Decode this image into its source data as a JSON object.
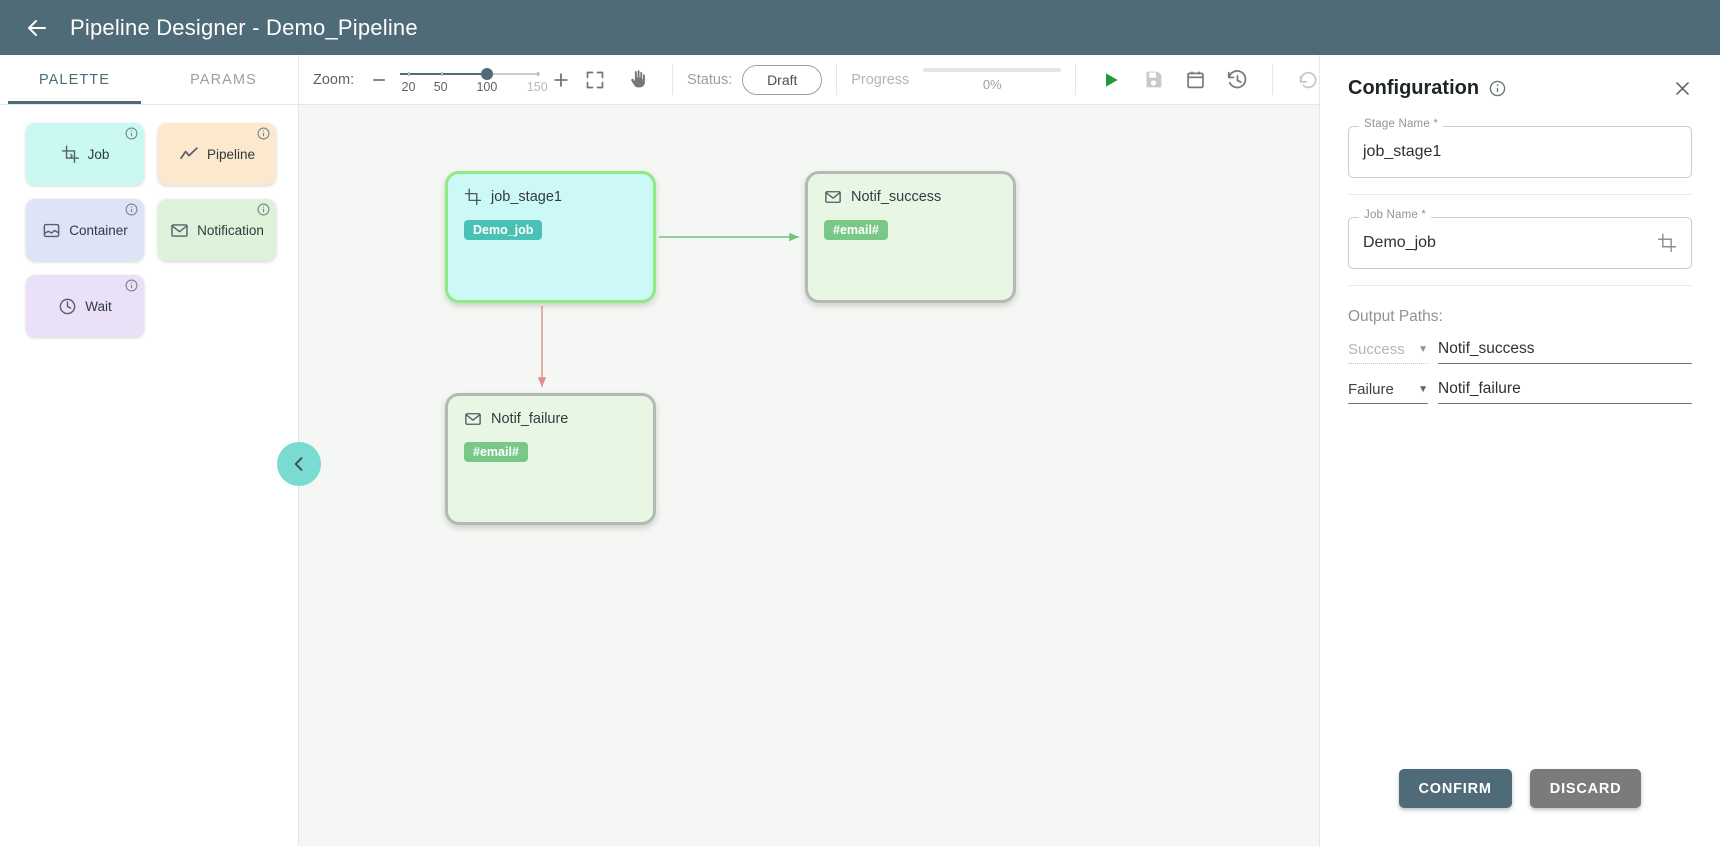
{
  "appbar": {
    "back_icon": "arrow-left-icon",
    "title": "Pipeline Designer - Demo_Pipeline",
    "background": "#4e6b77"
  },
  "tabs": [
    {
      "label": "PALETTE",
      "active": true
    },
    {
      "label": "PARAMS",
      "active": false
    }
  ],
  "toolbar": {
    "zoom_label": "Zoom:",
    "zoom_minus_icon": "minus-icon",
    "zoom_plus_icon": "plus-icon",
    "zoom_value": 100,
    "zoom_ticks": [
      "20",
      "50",
      "100",
      "150"
    ],
    "fit_icon": "fit-screen-icon",
    "pan_icon": "hand-pan-icon",
    "status_label": "Status:",
    "status_value": "Draft",
    "progress_label": "Progress",
    "progress_value": "0%",
    "progress_percent": 0,
    "actions": [
      {
        "name": "run-button",
        "icon": "play-icon",
        "state": "enabled",
        "color": "#1f9a43"
      },
      {
        "name": "save-button",
        "icon": "save-floppy-icon",
        "state": "disabled"
      },
      {
        "name": "schedule-button",
        "icon": "calendar-icon",
        "state": "enabled"
      },
      {
        "name": "history-button",
        "icon": "history-clock-icon",
        "state": "enabled"
      },
      {
        "name": "undo-button",
        "icon": "undo-icon",
        "state": "disabled"
      },
      {
        "name": "redo-button",
        "icon": "redo-icon",
        "state": "disabled"
      },
      {
        "name": "delete-button",
        "icon": "trash-icon",
        "state": "enabled"
      }
    ]
  },
  "palette": {
    "items": [
      {
        "label": "Job",
        "icon": "job-transform-icon",
        "color": "#c9f9f2",
        "info_icon": "info-icon"
      },
      {
        "label": "Pipeline",
        "icon": "trend-line-icon",
        "color": "#fbe8cd",
        "info_icon": "info-icon"
      },
      {
        "label": "Container",
        "icon": "container-box-icon",
        "color": "#dde4f8",
        "info_icon": "info-icon"
      },
      {
        "label": "Notification",
        "icon": "envelope-icon",
        "color": "#dcf2d9",
        "info_icon": "info-icon"
      },
      {
        "label": "Wait",
        "icon": "clock-icon",
        "color": "#eae0f7",
        "info_icon": "info-icon"
      }
    ]
  },
  "canvas": {
    "collapse_icon": "chevron-left-icon",
    "nodes": [
      {
        "id": "job",
        "title": "job_stage1",
        "icon": "job-transform-icon",
        "chip": "Demo_job",
        "selected": true
      },
      {
        "id": "success",
        "title": "Notif_success",
        "icon": "envelope-icon",
        "chip": "#email#",
        "selected": false
      },
      {
        "id": "failure",
        "title": "Notif_failure",
        "icon": "envelope-icon",
        "chip": "#email#",
        "selected": false
      }
    ],
    "edges": [
      {
        "from": "job",
        "to": "success",
        "type": "success",
        "color": "#72c47d"
      },
      {
        "from": "job",
        "to": "failure",
        "type": "failure",
        "color": "#e08e8e"
      }
    ]
  },
  "config": {
    "title": "Configuration",
    "info_icon": "info-icon",
    "close_icon": "close-icon",
    "fields": [
      {
        "label": "Stage Name *",
        "value": "job_stage1",
        "adornment": null
      },
      {
        "label": "Job Name *",
        "value": "Demo_job",
        "adornment": "job-transform-icon"
      }
    ],
    "output_paths_label": "Output Paths:",
    "paths": [
      {
        "type": "Success",
        "target": "Notif_success",
        "disabled": true
      },
      {
        "type": "Failure",
        "target": "Notif_failure",
        "disabled": false
      }
    ],
    "confirm_label": "CONFIRM",
    "discard_label": "DISCARD",
    "confirm_color": "#4e6b77",
    "discard_color": "#7b7b7b"
  }
}
